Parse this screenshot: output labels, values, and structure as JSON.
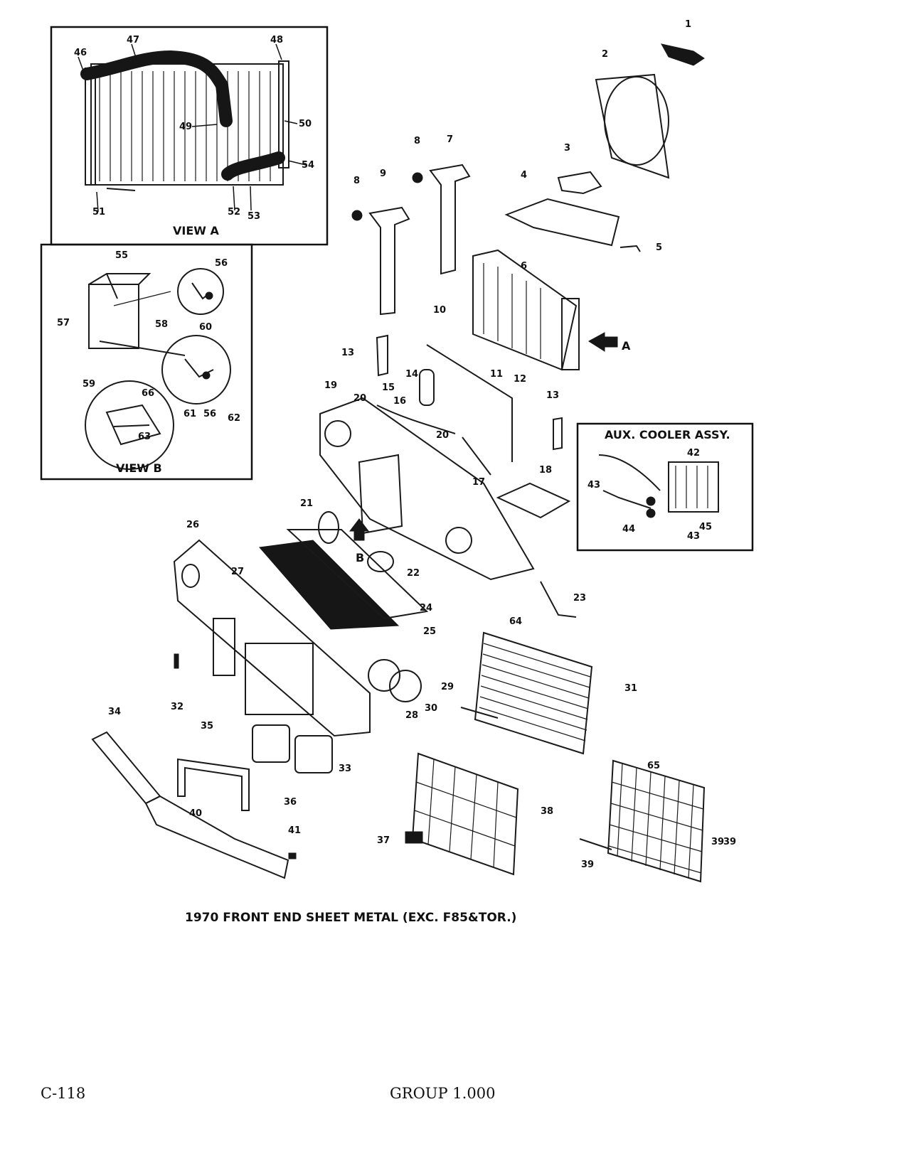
{
  "diagram": {
    "caption": "1970 FRONT END SHEET METAL (EXC. F85&TOR.)",
    "inset_view_a": "VIEW A",
    "inset_view_b": "VIEW B",
    "inset_aux_cooler": "AUX. COOLER ASSY.",
    "arrow_a_label": "A",
    "arrow_b_label": "B",
    "callouts": [
      "1",
      "2",
      "3",
      "4",
      "5",
      "6",
      "7",
      "8",
      "8",
      "9",
      "10",
      "11",
      "12",
      "13",
      "13",
      "14",
      "15",
      "16",
      "17",
      "18",
      "19",
      "20",
      "20",
      "21",
      "22",
      "23",
      "24",
      "25",
      "26",
      "27",
      "28",
      "29",
      "30",
      "31",
      "32",
      "33",
      "34",
      "35",
      "36",
      "37",
      "38",
      "39",
      "39",
      "39",
      "40",
      "41",
      "42",
      "43",
      "43",
      "44",
      "45",
      "46",
      "47",
      "48",
      "49",
      "50",
      "51",
      "52",
      "53",
      "54",
      "55",
      "56",
      "56",
      "57",
      "58",
      "59",
      "60",
      "61",
      "62",
      "63",
      "64",
      "65",
      "66"
    ]
  },
  "footer": {
    "page_number": "C-118",
    "group": "GROUP 1.000"
  }
}
